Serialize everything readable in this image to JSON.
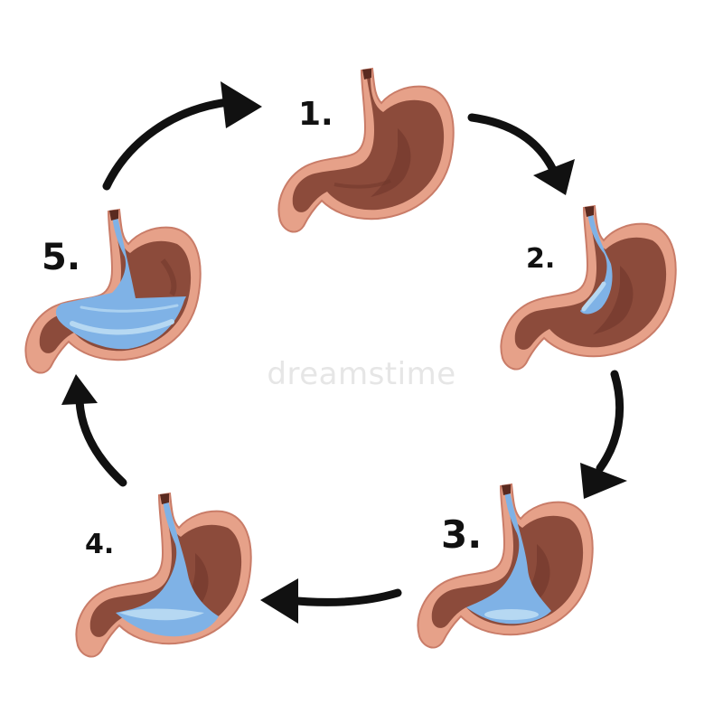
{
  "watermark": "dreamstime",
  "steps": [
    {
      "id": "1",
      "label": "1.",
      "fill": 0
    },
    {
      "id": "2",
      "label": "2.",
      "fill": 0.2
    },
    {
      "id": "3",
      "label": "3.",
      "fill": 0.45
    },
    {
      "id": "4",
      "label": "4.",
      "fill": 0.6
    },
    {
      "id": "5",
      "label": "5.",
      "fill": 0.85
    }
  ],
  "colors": {
    "stomach_outer": "#e6a189",
    "stomach_outline": "#c97c68",
    "stomach_inner": "#8c4b3b",
    "stomach_inner_dark": "#6e3529",
    "water": "#7fb2e6",
    "water_light": "#b6d8f2",
    "arrow": "#111111"
  }
}
